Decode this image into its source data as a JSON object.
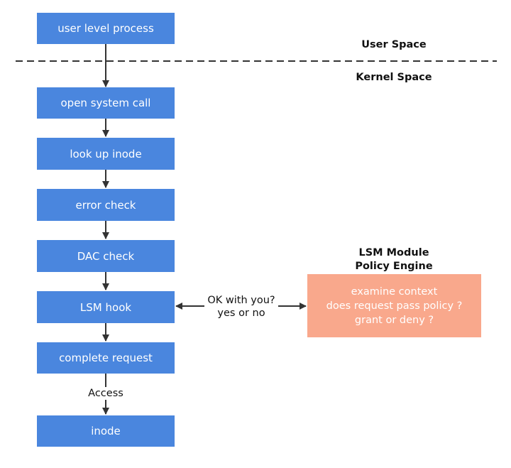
{
  "regions": {
    "user_space": "User Space",
    "kernel_space": "Kernel Space"
  },
  "steps": {
    "user_level_process": "user level process",
    "open_system_call": "open system call",
    "look_up_inode": "look up inode",
    "error_check": "error check",
    "dac_check": "DAC check",
    "lsm_hook": "LSM hook",
    "complete_request": "complete request",
    "inode": "inode"
  },
  "connector_labels": {
    "query_line1": "OK with you?",
    "query_line2": "yes or no",
    "access": "Access"
  },
  "lsm_module": {
    "title_line1": "LSM Module",
    "title_line2": "Policy Engine",
    "lines": [
      "examine context",
      "does request pass policy ?",
      "grant or deny ?"
    ]
  },
  "colors": {
    "step_fill": "#4a86de",
    "engine_fill": "#f9a88c",
    "arrow": "#333333"
  }
}
